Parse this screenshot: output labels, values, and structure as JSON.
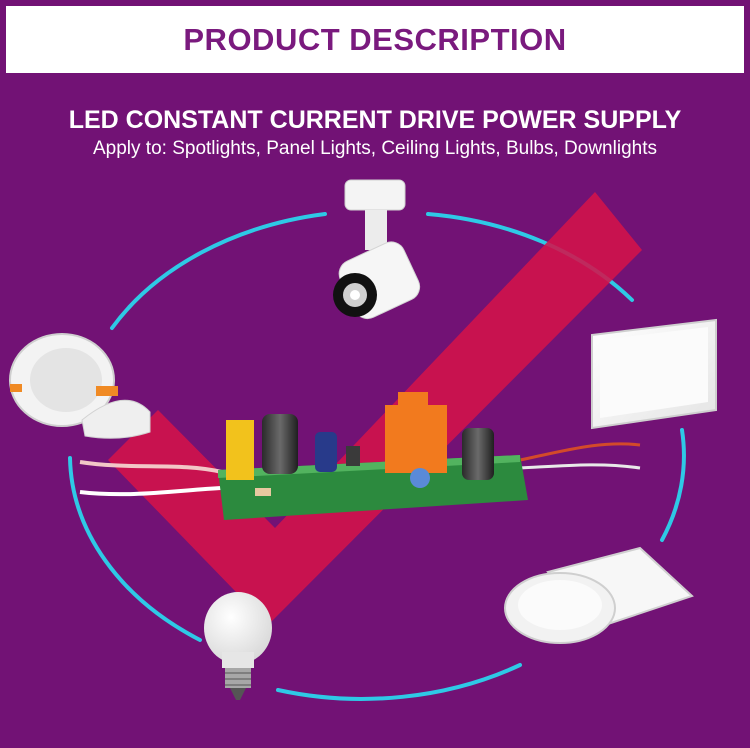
{
  "header": {
    "title": "PRODUCT DESCRIPTION"
  },
  "content": {
    "headline": "LED CONSTANT CURRENT DRIVE POWER SUPPLY",
    "subline": "Apply to: Spotlights, Panel Lights, Ceiling Lights, Bulbs, Downlights"
  },
  "colors": {
    "background": "#721275",
    "header_text": "#7a1a7e",
    "ring": "#2ec9e6",
    "checkmark": "#d4124a"
  },
  "products": [
    "spotlight",
    "panel-light",
    "ceiling-light",
    "bulb",
    "downlight",
    "led-driver-board"
  ]
}
